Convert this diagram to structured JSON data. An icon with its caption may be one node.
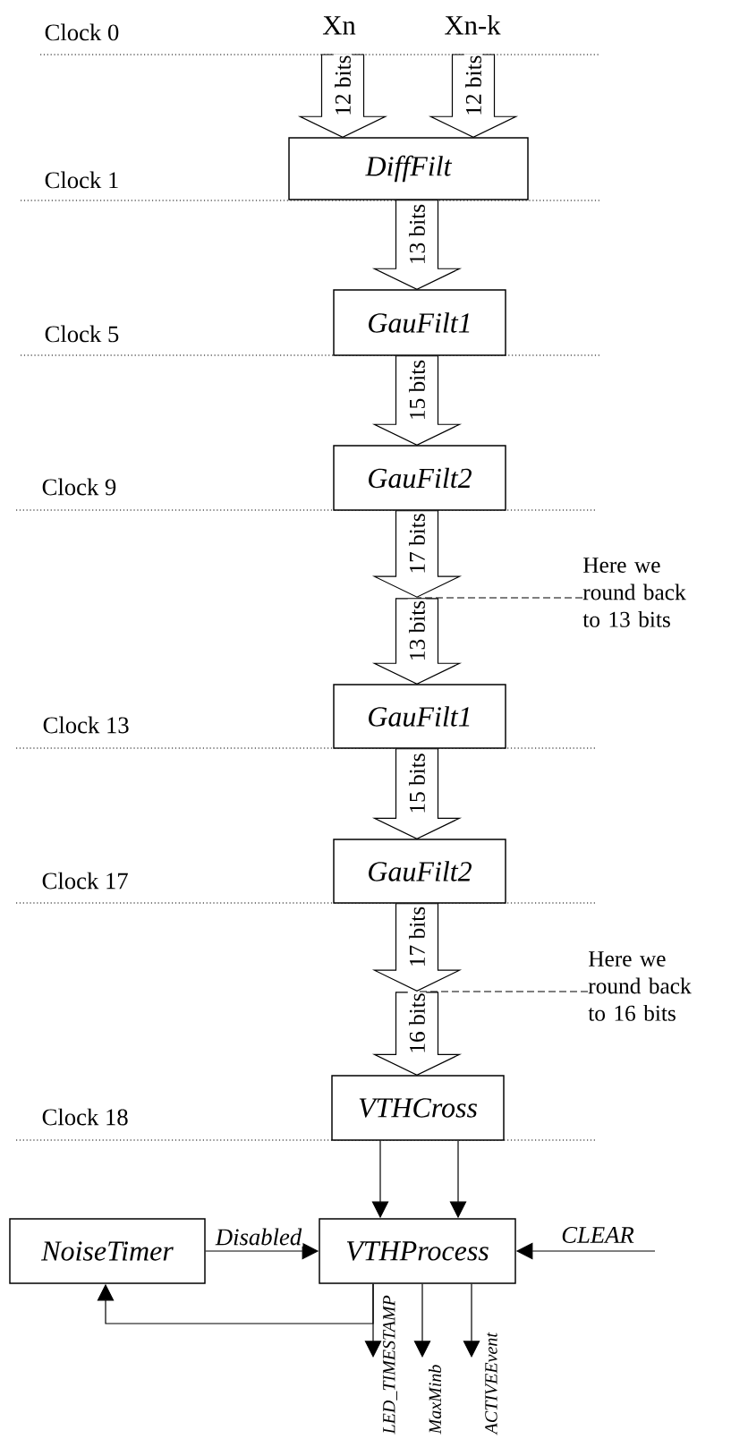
{
  "diagram": {
    "nodes": [
      {
        "text": [
          "Xn"
        ]
      },
      {
        "text": [
          "Xn-k"
        ]
      },
      {
        "text": [
          "DiffFilt"
        ]
      },
      {
        "text": [
          "GauFilt1"
        ]
      },
      {
        "text": [
          "GauFilt2"
        ]
      },
      {
        "text": [],
        "shape": "point"
      },
      {
        "text": [
          "Here we round back to 13 bits"
        ]
      },
      {
        "text": [
          "GauFilt1"
        ]
      },
      {
        "text": [
          "GauFilt2"
        ]
      },
      {
        "text": [],
        "shape": "point"
      },
      {
        "text": [
          "Here we round back to 16 bits"
        ]
      },
      {
        "text": [
          "VTHCross"
        ]
      },
      {
        "text": [
          "NoiseTimer"
        ]
      },
      {
        "text": [
          "VTHProcess"
        ]
      }
    ],
    "edges": [
      {
        "from": 0,
        "to": 2,
        "arrow": "to",
        "style": "thick",
        "label": "12 bits"
      },
      {
        "from": 1,
        "to": 2,
        "arrow": "to",
        "style": "thick",
        "label": "12 bits"
      },
      {
        "from": 2,
        "to": 3,
        "arrow": "to",
        "style": "thick",
        "label": "13 bits"
      },
      {
        "from": 3,
        "to": 4,
        "arrow": "to",
        "style": "thick",
        "label": "15 bits"
      },
      {
        "from": 4,
        "to": 5,
        "arrow": "to",
        "style": "thick",
        "label": "17 bits"
      },
      {
        "from": 5,
        "to": 7,
        "arrow": "to",
        "style": "thick",
        "label": "13 bits"
      },
      {
        "from": 6,
        "to": 5,
        "arrow": "none",
        "style": "dashed"
      },
      {
        "from": 7,
        "to": 8,
        "arrow": "to",
        "style": "thick",
        "label": "15 bits"
      },
      {
        "from": 8,
        "to": 9,
        "arrow": "to",
        "style": "thick",
        "label": "17 bits"
      },
      {
        "from": 9,
        "to": 11,
        "arrow": "to",
        "style": "thick",
        "label": "16 bits"
      },
      {
        "from": 10,
        "to": 9,
        "arrow": "none",
        "style": "dashed"
      },
      {
        "from": 11,
        "to": 13,
        "arrow": "to"
      },
      {
        "from": 11,
        "to": 13,
        "arrow": "to"
      },
      {
        "from": 12,
        "to": 13,
        "arrow": "to",
        "label": "Disabled"
      },
      {
        "from": null,
        "to": 13,
        "arrow": "to",
        "label": "CLEAR"
      },
      {
        "from": 13,
        "to": null,
        "arrow": "to",
        "label": "LED_TIMESTAMP"
      },
      {
        "from": 13,
        "to": null,
        "arrow": "to",
        "label": "MaxMinb"
      },
      {
        "from": 13,
        "to": null,
        "arrow": "to",
        "label": "ACTIVEEvent"
      },
      {
        "from": 13,
        "to": 12,
        "arrow": "to"
      }
    ],
    "labels": [
      "Clock 0",
      "Clock 1",
      "Clock 5",
      "Clock 9",
      "Clock 13",
      "Clock 17",
      "Clock 18"
    ]
  }
}
